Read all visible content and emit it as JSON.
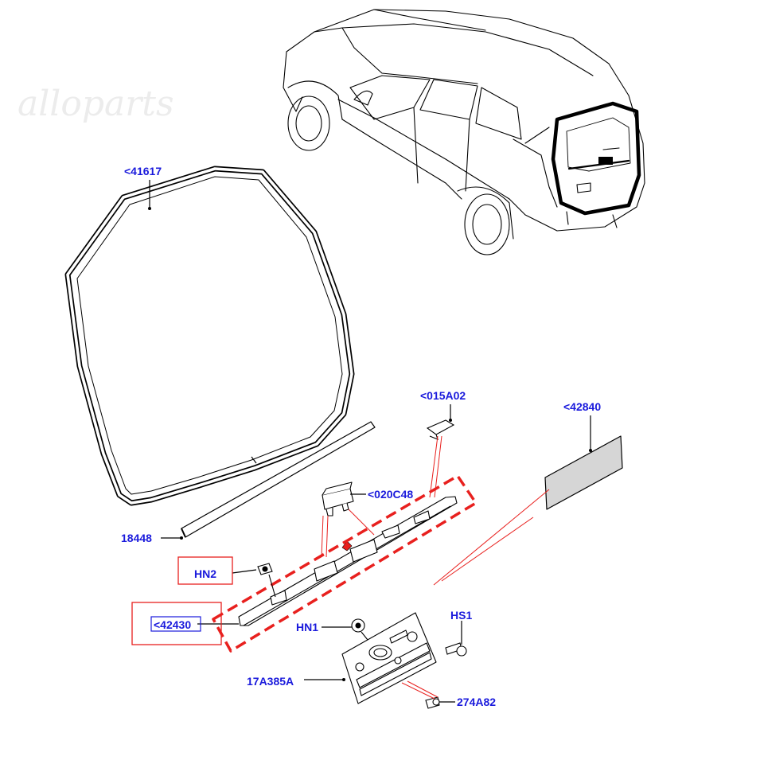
{
  "colors": {
    "label": "#1a1adc",
    "line": "#000000",
    "highlight": "#e8201e",
    "part_fill": "#ffffff",
    "shade": "#d6d6d6",
    "watermark": "#ececec"
  },
  "watermark": "alloparts",
  "labels": {
    "gasket": "<41617",
    "strip": "18448",
    "clip_top": "<015A02",
    "switch": "<020C48",
    "panel": "<42840",
    "hn2": "HN2",
    "handle": "<42430",
    "hn1": "HN1",
    "hs1": "HS1",
    "plate": "17A385A",
    "pin": "274A82"
  },
  "icons": {
    "vehicle": "vehicle-rear-view-icon",
    "gasket": "tailgate-seal-icon",
    "handle": "tailgate-handle-icon",
    "plate": "license-plate-bracket-icon"
  }
}
